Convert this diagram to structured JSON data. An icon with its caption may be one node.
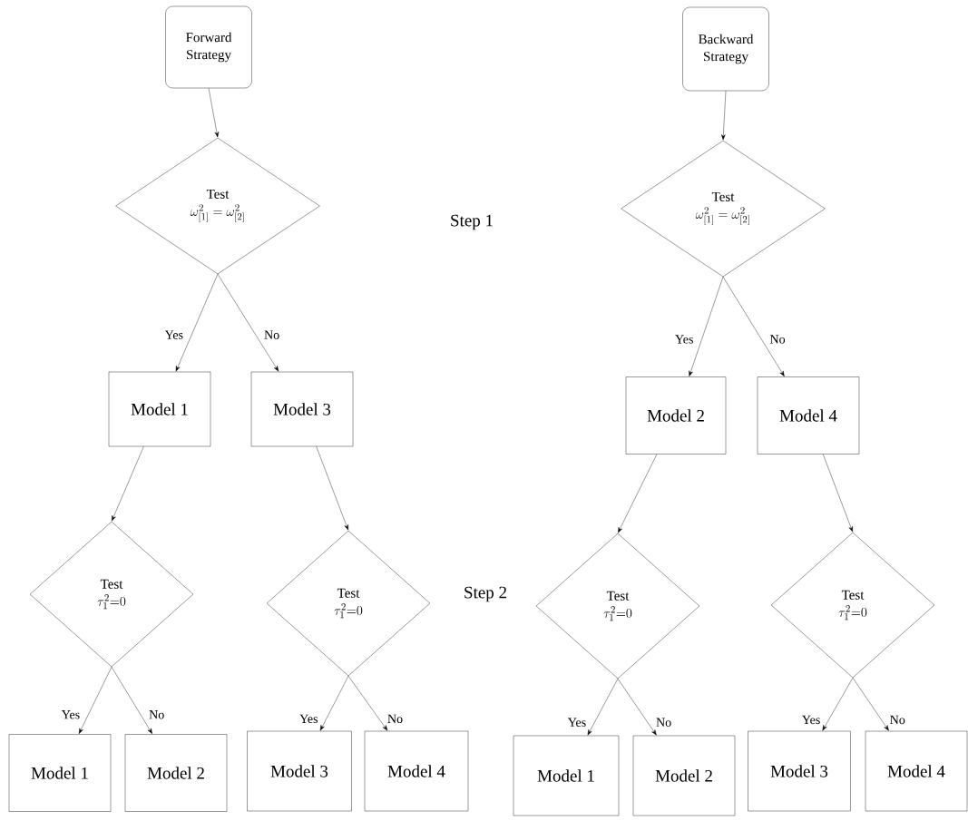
{
  "diagram": {
    "nodes": [
      {
        "text": [
          "Forward Strategy"
        ]
      },
      {
        "text": [
          "Test",
          "\\omega^2_{[1]} = \\omega^2_{[2]}"
        ]
      },
      {
        "text": [
          "Model 1"
        ]
      },
      {
        "text": [
          "Model 3"
        ]
      },
      {
        "text": [
          "Test",
          "\\tau^2_1{=}0"
        ]
      },
      {
        "text": [
          "Test",
          "\\tau^2_1{=}0"
        ]
      },
      {
        "text": [
          "Model 1"
        ]
      },
      {
        "text": [
          "Model 2"
        ]
      },
      {
        "text": [
          "Model 3"
        ]
      },
      {
        "text": [
          "Model 4"
        ]
      },
      {
        "text": [
          "Backward Strategy"
        ]
      },
      {
        "text": [
          "Test",
          "\\omega^2_{[1]} = \\omega^2_{[2]}"
        ]
      },
      {
        "text": [
          "Model 2"
        ]
      },
      {
        "text": [
          "Model 4"
        ]
      },
      {
        "text": [
          "Test",
          "\\tau^2_1{=}0"
        ]
      },
      {
        "text": [
          "Test",
          "\\tau^2_1{=}0"
        ]
      },
      {
        "text": [
          "Model 1"
        ]
      },
      {
        "text": [
          "Model 2"
        ]
      },
      {
        "text": [
          "Model 3"
        ]
      },
      {
        "text": [
          "Model 4"
        ]
      }
    ],
    "edges": [
      {
        "from": 0,
        "to": 1,
        "arrow": "to"
      },
      {
        "from": 1,
        "to": 2,
        "arrow": "to",
        "label": "Yes"
      },
      {
        "from": 1,
        "to": 3,
        "arrow": "to",
        "label": "No"
      },
      {
        "from": 2,
        "to": 4,
        "arrow": "to"
      },
      {
        "from": 3,
        "to": 5,
        "arrow": "to"
      },
      {
        "from": 4,
        "to": 6,
        "arrow": "to",
        "label": "Yes"
      },
      {
        "from": 4,
        "to": 7,
        "arrow": "to",
        "label": "No"
      },
      {
        "from": 5,
        "to": 8,
        "arrow": "to",
        "label": "Yes"
      },
      {
        "from": 5,
        "to": 9,
        "arrow": "to",
        "label": "No"
      },
      {
        "from": 10,
        "to": 11,
        "arrow": "to"
      },
      {
        "from": 11,
        "to": 12,
        "arrow": "to",
        "label": "Yes"
      },
      {
        "from": 11,
        "to": 13,
        "arrow": "to",
        "label": "No"
      },
      {
        "from": 12,
        "to": 14,
        "arrow": "to"
      },
      {
        "from": 13,
        "to": 15,
        "arrow": "to"
      },
      {
        "from": 14,
        "to": 16,
        "arrow": "to",
        "label": "Yes"
      },
      {
        "from": 14,
        "to": 17,
        "arrow": "to",
        "label": "No"
      },
      {
        "from": 15,
        "to": 18,
        "arrow": "to",
        "label": "Yes"
      },
      {
        "from": 15,
        "to": 19,
        "arrow": "to",
        "label": "No"
      }
    ],
    "labels": [
      "Step 1",
      "Step 2"
    ]
  }
}
